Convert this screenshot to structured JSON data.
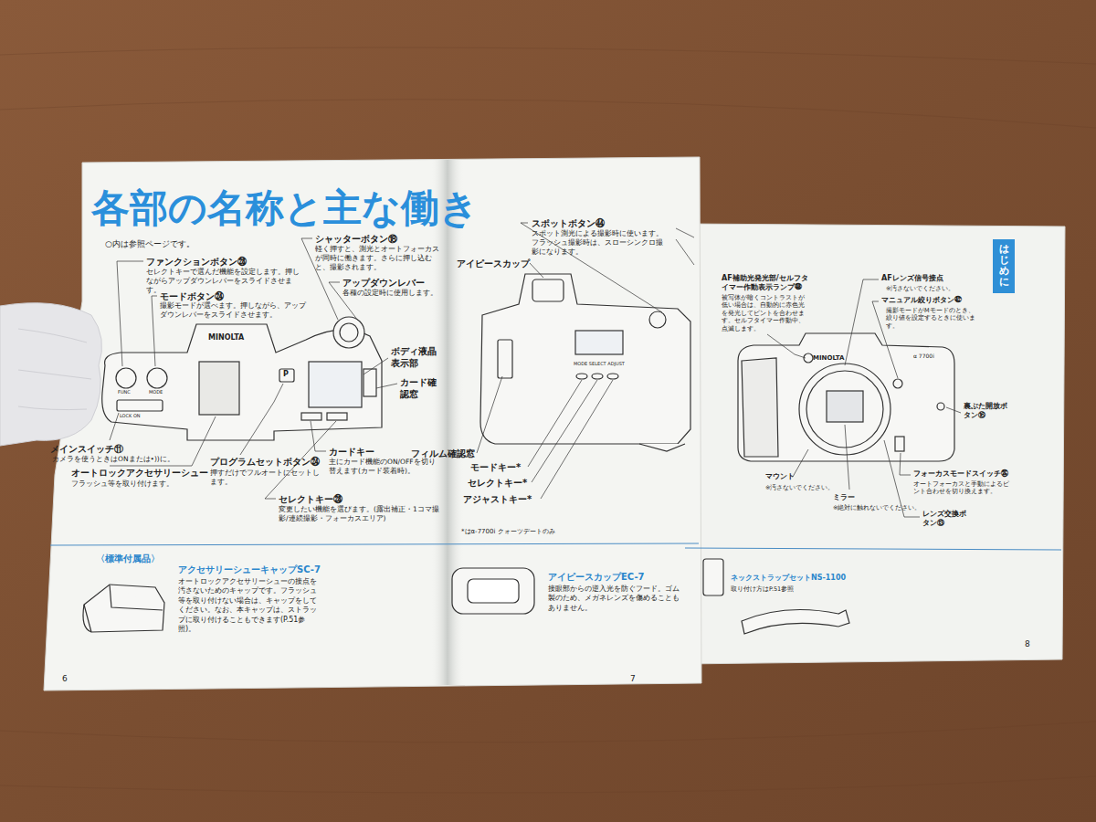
{
  "diagram": {
    "title": "各部の名称と主な働き",
    "nodes": [
      {
        "text": [
          "はじめに"
        ]
      }
    ],
    "labels": [
      "○内は参照ページです。",
      "ファンクションボタン㉘",
      "セレクトキーで選んだ機能を設定します。押しながらアップダウンレバーをスライドさせます。",
      "モードボタン㉔",
      "撮影モードが選べます。押しながら、アップダウンレバーをスライドさせます。",
      "シャッターボタン⑱",
      "軽く押すと、測光とオートフォーカスが同時に働きます。さらに押し込むと、撮影されます。",
      "アップダウンレバー",
      "各種の設定時に使用します。",
      "ボディ液晶表示部",
      "カード確認窓",
      "メインスイッチ⑪",
      "カメラを使うときはONまたは•))に。",
      "オートロックアクセサリーシュー",
      "フラッシュ等を取り付けます。",
      "プログラムセットボタン㉔",
      "押すだけでフルオートにセットします。",
      "カードキー",
      "主にカード機能のON/OFFを切り替えます(カード装着時)。",
      "セレクトキー㉘",
      "変更したい機能を選びます。(露出補正・1コマ撮影/連続撮影・フォーカスエリア)",
      "MINOLTA",
      "FUNC",
      "MODE",
      "LOCK ON",
      "P",
      "スポットボタン㊹",
      "スポット測光による撮影時に使います。フラッシュ撮影時は、スローシンクロ撮影になります。",
      "アイピースカップ",
      "フィルム確認窓",
      "モードキー*",
      "セレクトキー*",
      "アジャストキー*",
      "*はα-7700i クォーツデートのみ",
      "MODE SELECT ADJUST",
      "AF補助光発光部/セルフタイマー作動表示ランプ㊽",
      "被写体が暗くコントラストが低い場合は、自動的に赤色光を発光してピントを合わせます。セルフタイマー作動中、点滅します。",
      "AFレンズ信号接点",
      "※汚さないでください。",
      "マニュアル絞りボタン㊷",
      "撮影モードがMモードのとき、絞り値を設定するときに使います。",
      "裏ぶた開放ボタン⑯",
      "マウント",
      "※汚さないでください。",
      "ミラー",
      "※絶対に触れないでください。",
      "フォーカスモードスイッチ㉟",
      "オートフォーカスと手動によるピント合わせを切り換えます。",
      "レンズ交換ボタン⑬",
      "MINOLTA",
      "α 7700i",
      "〈標準付属品〉",
      "アクセサリーシューキャップSC-7",
      "オートロックアクセサリーシューの接点を汚さないためのキャップです。フラッシュ等を取り付けない場合は、キャップをしてください。なお、本キャップは、ストラップに取り付けることもできます(P.51参照)。",
      "アイピースカップEC-7",
      "接眼部からの逆入光を防ぐフード。ゴム製のため、メガネレンズを傷めることもありません。",
      "ネックストラップセットNS-1100",
      "取り付け方はP.51参照",
      "6",
      "7",
      "8"
    ]
  }
}
